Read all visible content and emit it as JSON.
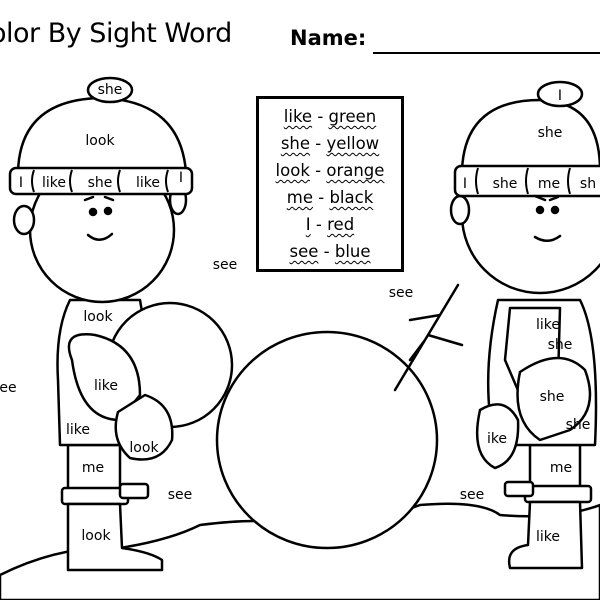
{
  "title": "olor By Sight Word",
  "name_label": "Name:",
  "key": [
    {
      "word": "like",
      "color": "green"
    },
    {
      "word": "she",
      "color": "yellow"
    },
    {
      "word": "look",
      "color": "orange"
    },
    {
      "word": "me",
      "color": "black"
    },
    {
      "word": "I",
      "color": "red"
    },
    {
      "word": "see",
      "color": "blue"
    }
  ],
  "dash": "-",
  "labels": {
    "left_pom": "she",
    "left_hat": "look",
    "left_band1": "I",
    "left_band2": "like",
    "left_band3": "she",
    "left_band4": "like",
    "left_band5": "I",
    "left_scarf": "look",
    "left_mitten": "like",
    "left_coat": "like",
    "left_thumb": "look",
    "left_leg": "me",
    "left_boot": "look",
    "right_pom": "I",
    "right_hat": "she",
    "right_band1": "I",
    "right_band2": "she",
    "right_band3": "me",
    "right_band4": "sh",
    "right_scarf1": "like",
    "right_scarf2": "she",
    "right_mitten": "she",
    "right_thumb": "she",
    "right_coat": "ike",
    "right_leg": "me",
    "right_boot": "like",
    "bg_see1": "see",
    "bg_see2": "see",
    "bg_see3": "ee",
    "bg_see4": "see",
    "bg_see5": "see"
  }
}
